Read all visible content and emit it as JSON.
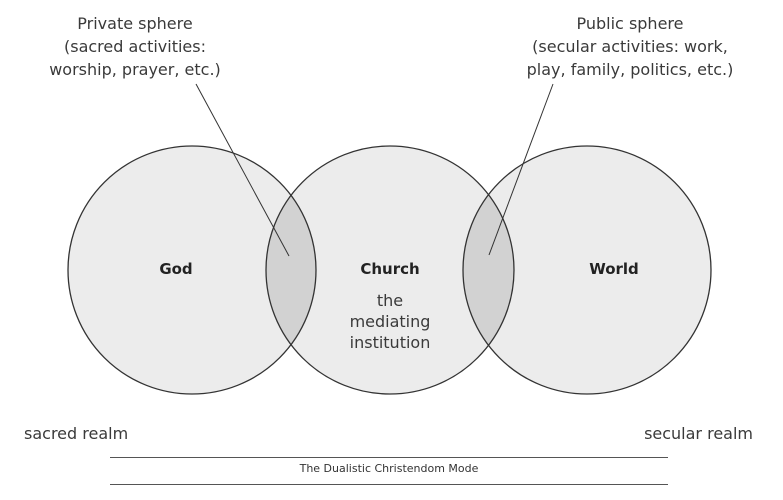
{
  "callouts": {
    "private": {
      "line1": "Private sphere",
      "line2": "(sacred activities:",
      "line3": "worship, prayer, etc.)"
    },
    "public": {
      "line1": "Public sphere",
      "line2": "(secular activities: work,",
      "line3": "play, family, politics, etc.)"
    }
  },
  "circles": {
    "god": {
      "label": "God"
    },
    "church": {
      "label": "Church",
      "subtitle_line1": "the",
      "subtitle_line2": "mediating",
      "subtitle_line3": "institution"
    },
    "world": {
      "label": "World"
    }
  },
  "realms": {
    "left": "sacred realm",
    "right": "secular realm"
  },
  "caption": "The Dualistic Christendom Mode",
  "colors": {
    "circle_fill": "#ececec",
    "overlap_fill": "#d2d2d2",
    "stroke": "#333333"
  }
}
